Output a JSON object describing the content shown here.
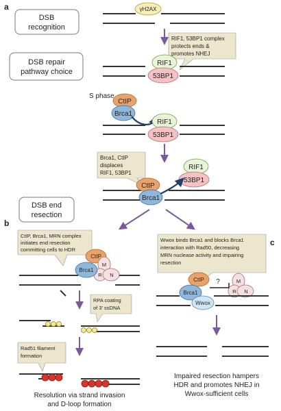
{
  "panels": {
    "a": "a",
    "b": "b",
    "c": "c"
  },
  "steps": {
    "recognition": [
      "DSB",
      "recognition"
    ],
    "pathway": [
      "DSB repair",
      "pathway choice"
    ],
    "resection": [
      "DSB end",
      "resection"
    ],
    "s_phase": "S phase"
  },
  "proteins": {
    "h2ax": "γH2AX",
    "rif1": "RIF1",
    "bp53": "53BP1",
    "ctip": "CtIP",
    "brca1": "Brca1",
    "m": "M",
    "r": "R",
    "n": "N",
    "wwox": "Wwox",
    "question": "?"
  },
  "callouts": {
    "rif1_complex": [
      "RIF1, 53BP1 complex",
      "protects ends &",
      "promotes NHEJ"
    ],
    "displaces": [
      "Brca1, CtIP",
      "displaces",
      "RIF1, 53BP1"
    ],
    "ctip_mrn": [
      "CtIP, Brca1, MRN complex",
      "initiates end resection",
      "committing cells to HDR"
    ],
    "rpa": [
      "RPA coating",
      "of 3' ssDNA"
    ],
    "rad51": [
      "Rad51 filament",
      "formation"
    ],
    "wwox_binds": [
      "Wwox binds Brca1 and blocks Brca1",
      "interaction with Rad50, decreasing",
      "MRN nuclease activity and impairing",
      "resection"
    ]
  },
  "captions": {
    "resolution": [
      "Resolution via strand invasion",
      "and D-loop formation"
    ],
    "impaired": [
      "Impaired resection hampers",
      "HDR and promotes NHEJ in",
      "Wwox-sufficient cells"
    ]
  },
  "colors": {
    "ctip": "#e8a36a",
    "brca1": "#8fb7dc",
    "rif1": "#e9f4d6",
    "bp53": "#f2c2c4",
    "h2ax": "#f6efb5",
    "mrn": "#f5e1e1",
    "wwox": "#cfe6f2",
    "rpa": "#f4ec8a",
    "rad51": "#d9342b",
    "callout": "#ece6cc",
    "arrow": "#7b5a9c"
  }
}
